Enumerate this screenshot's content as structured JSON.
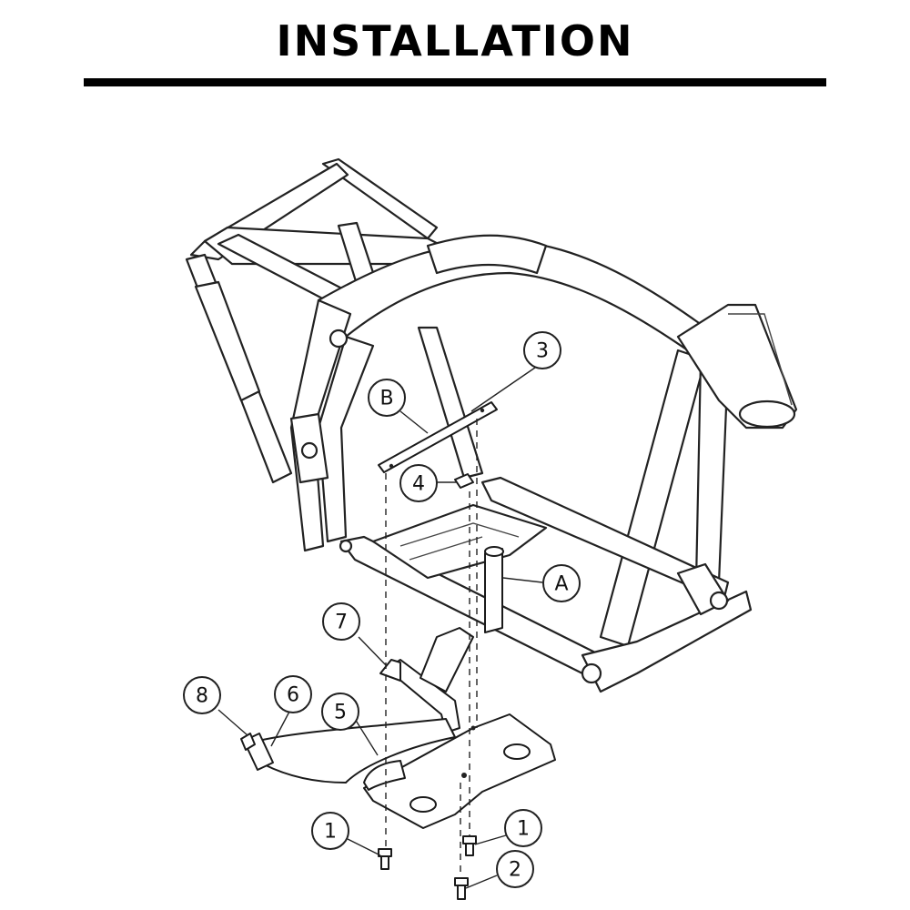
{
  "title": "INSTALLATION",
  "callouts": [
    {
      "id": "c3",
      "label": "3"
    },
    {
      "id": "cB",
      "label": "B"
    },
    {
      "id": "c4",
      "label": "4"
    },
    {
      "id": "cA",
      "label": "A"
    },
    {
      "id": "c7",
      "label": "7"
    },
    {
      "id": "c8",
      "label": "8"
    },
    {
      "id": "c6",
      "label": "6"
    },
    {
      "id": "c5",
      "label": "5"
    },
    {
      "id": "c1a",
      "label": "1"
    },
    {
      "id": "c1b",
      "label": "1"
    },
    {
      "id": "c2",
      "label": "2"
    }
  ]
}
